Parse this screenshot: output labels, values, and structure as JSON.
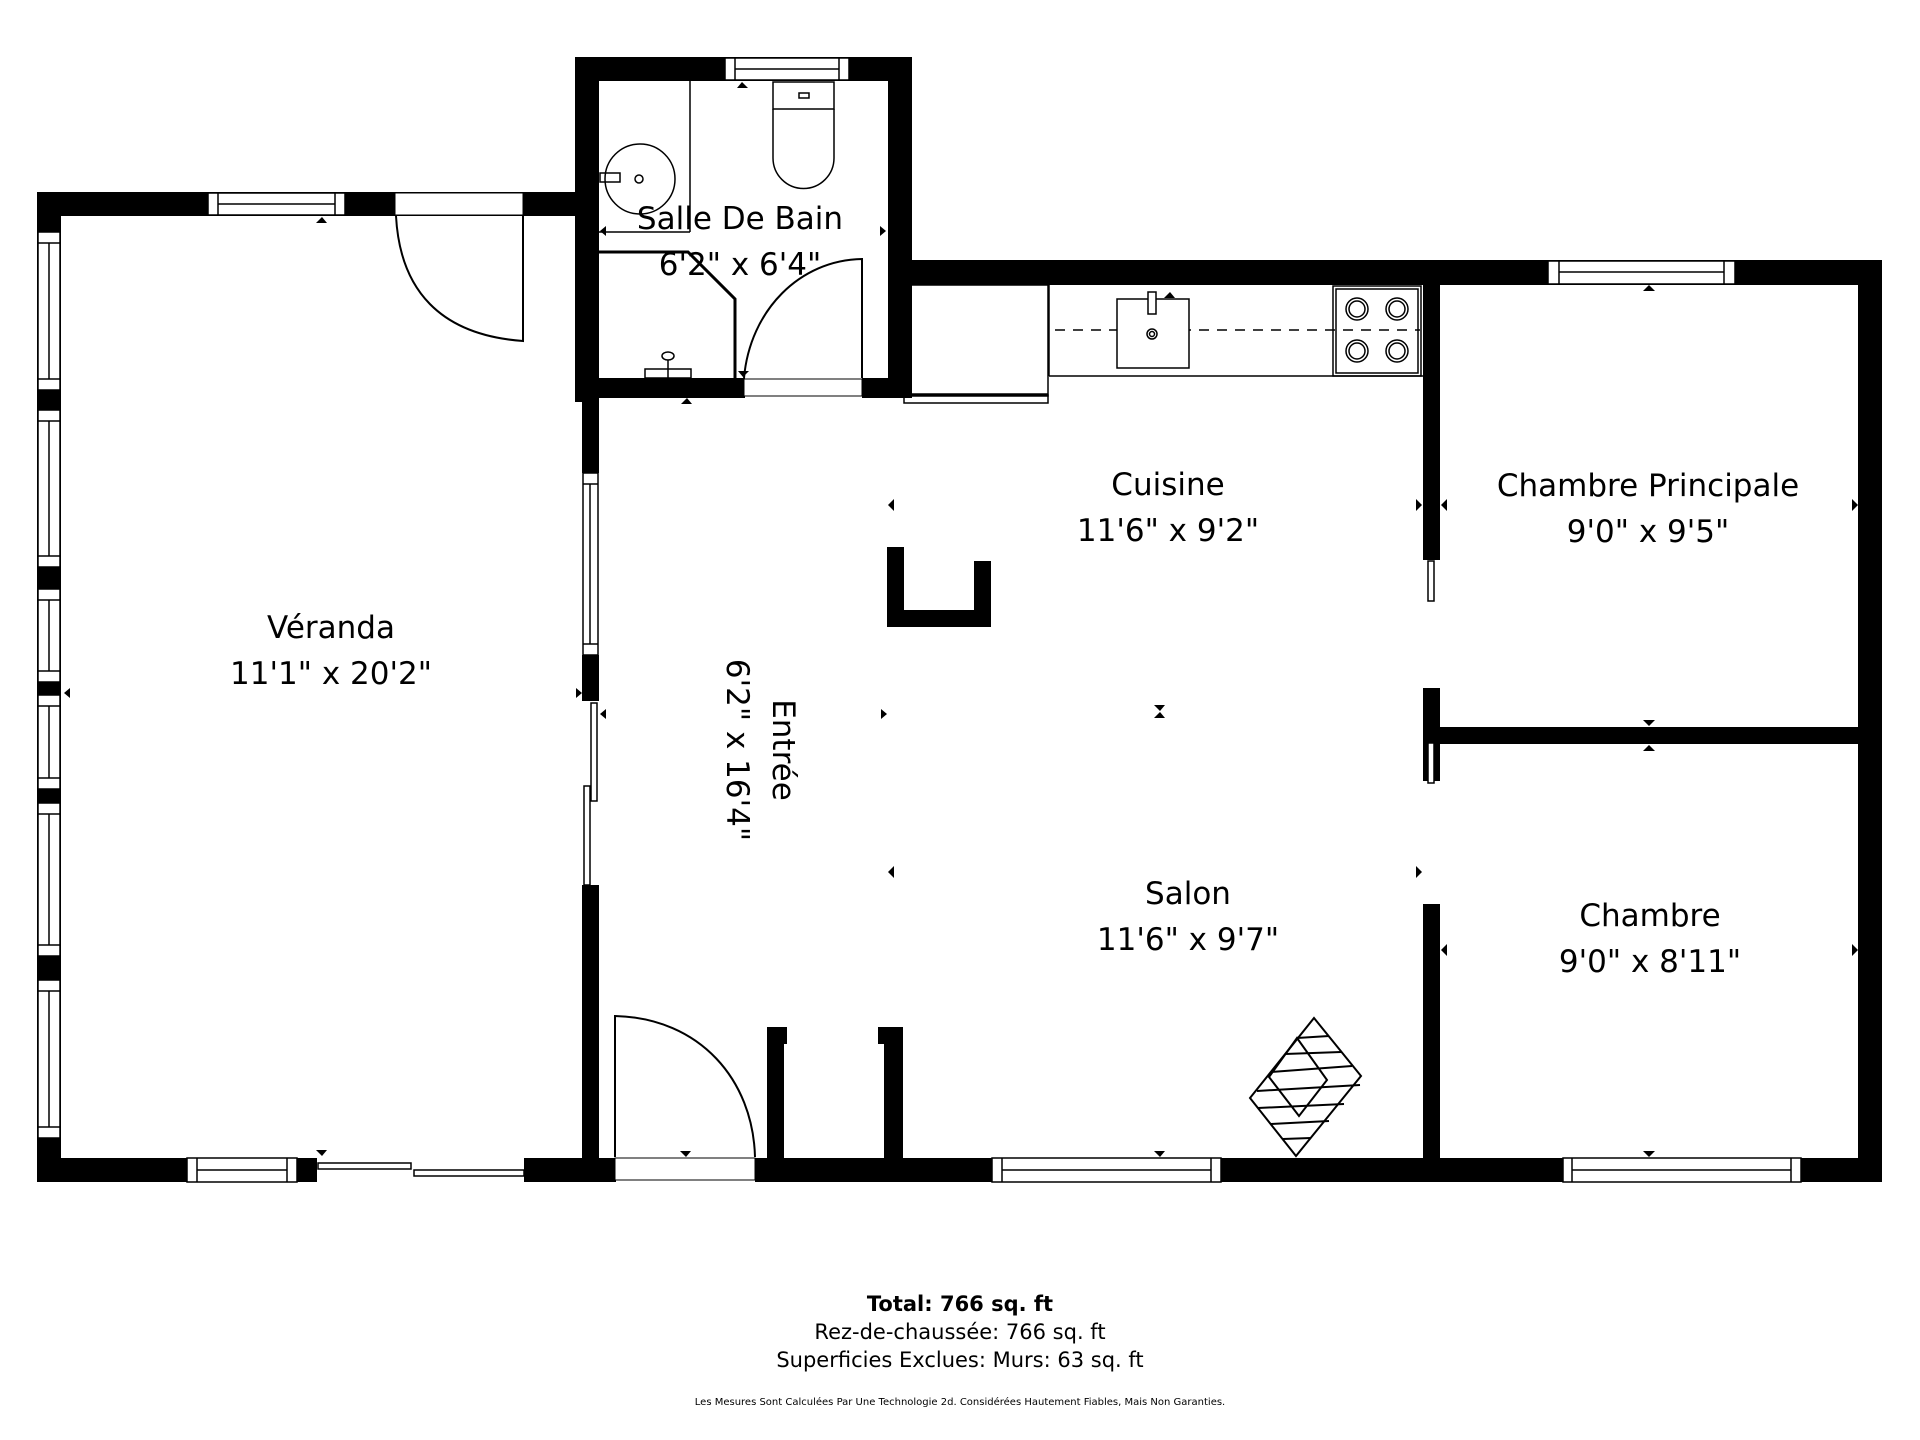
{
  "floorplan": {
    "level": "Rez-de-chaussée",
    "colors": {
      "wall": "#000000",
      "background": "#ffffff",
      "fixture_line": "#000000"
    },
    "rooms": [
      {
        "id": "veranda",
        "name": "Véranda",
        "dimensions": "11'1\" x 20'2\""
      },
      {
        "id": "salle-de-bain",
        "name": "Salle De Bain",
        "dimensions": "6'2\" x 6'4\""
      },
      {
        "id": "entree",
        "name": "Entrée",
        "dimensions": "6'2\" x 16'4\""
      },
      {
        "id": "cuisine",
        "name": "Cuisine",
        "dimensions": "11'6\" x 9'2\""
      },
      {
        "id": "salon",
        "name": "Salon",
        "dimensions": "11'6\" x 9'7\""
      },
      {
        "id": "chambre-principale",
        "name": "Chambre Principale",
        "dimensions": "9'0\" x 9'5\""
      },
      {
        "id": "chambre",
        "name": "Chambre",
        "dimensions": "9'0\" x 8'11\""
      }
    ]
  },
  "summary": {
    "total": "Total: 766 sq. ft",
    "ground_floor": "Rez-de-chaussée: 766 sq. ft",
    "excluded": "Superficies Exclues: Murs: 63 sq. ft",
    "disclaimer": "Les Mesures Sont Calculées Par Une Technologie 2d. Considérées Hautement Fiables, Mais Non Garanties."
  }
}
